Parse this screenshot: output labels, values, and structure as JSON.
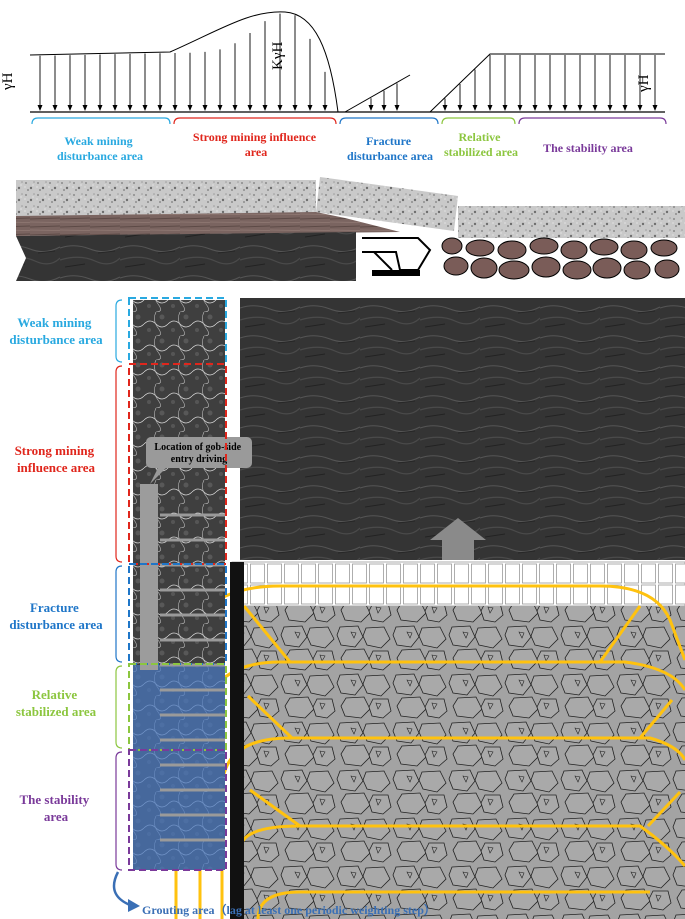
{
  "colors": {
    "weak": "#29a9e0",
    "strong": "#e0261c",
    "fracture": "#1f76c8",
    "relative": "#8cc63f",
    "stability": "#7a3a9a",
    "grout_arrow": "#3a6fb5",
    "arch": "#ffc20e",
    "callout_bg": "#9a9a9a"
  },
  "top_profile": {
    "load_left": "γH",
    "load_peak": "KγH",
    "load_right": "γH",
    "zones": [
      {
        "id": "weak",
        "lines": [
          "Weak mining",
          "disturbance area"
        ]
      },
      {
        "id": "strong",
        "lines": [
          "Strong mining influence",
          "area"
        ]
      },
      {
        "id": "fracture",
        "lines": [
          "Fracture",
          "disturbance area"
        ]
      },
      {
        "id": "relative",
        "lines": [
          "Relative",
          "stabilized area"
        ]
      },
      {
        "id": "stability",
        "lines": [
          "The stability area"
        ]
      }
    ]
  },
  "plan_view": {
    "zones": [
      {
        "id": "weak",
        "lines": [
          "Weak mining",
          "disturbance area"
        ]
      },
      {
        "id": "strong",
        "lines": [
          "Strong mining",
          "influence area"
        ]
      },
      {
        "id": "fracture",
        "lines": [
          "Fracture",
          "disturbance area"
        ]
      },
      {
        "id": "relative",
        "lines": [
          "Relative",
          "stabilized area"
        ]
      },
      {
        "id": "stability",
        "lines": [
          "The stability",
          "area"
        ]
      }
    ],
    "callout": [
      "Location of gob-side",
      "entry driving"
    ],
    "grouting_label": "Grouting area（lag at least one periodic weighting step）"
  }
}
